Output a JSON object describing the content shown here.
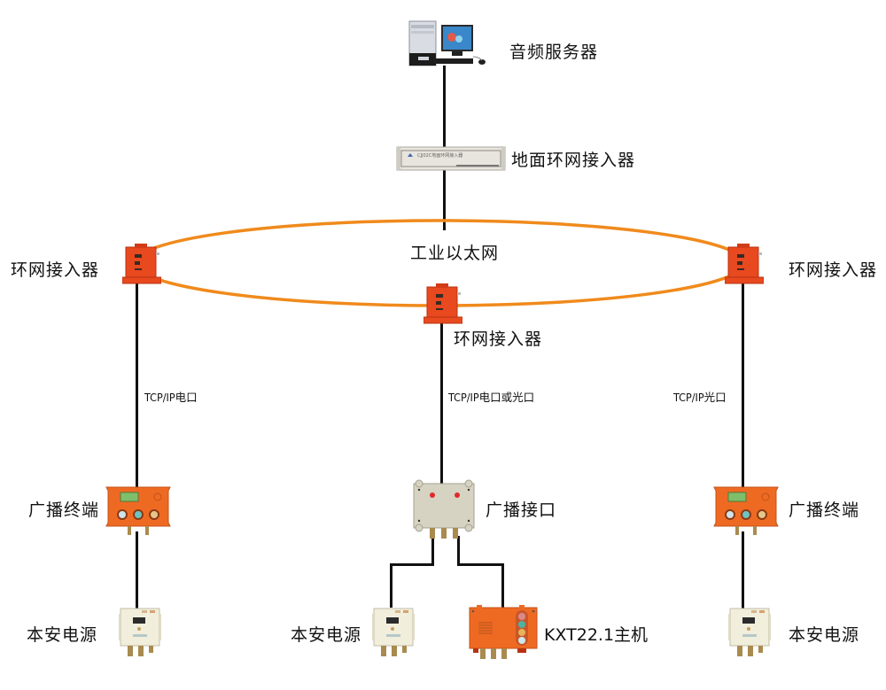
{
  "title": "矿用广播系统网络拓扑图",
  "colors": {
    "ring": "#f08a1c",
    "wire": "#111111",
    "device_orange": "#ee6a22",
    "ring_node_red": "#e8491f",
    "junction_beige": "#d6d3c2",
    "psu_cream": "#f1eedc"
  },
  "nodes": {
    "audio_server": {
      "label": "音频服务器",
      "icon": "desktop-computer-icon"
    },
    "ground_ring_access": {
      "label": "地面环网接入器",
      "icon": "rack-unit-icon",
      "panel_text": "CJJ02C地面环网接入器"
    },
    "network": {
      "label": "工业以太网"
    },
    "ring_access_left": {
      "label": "环网接入器",
      "icon": "explosion-proof-box-icon"
    },
    "ring_access_center": {
      "label": "环网接入器",
      "icon": "explosion-proof-box-icon"
    },
    "ring_access_right": {
      "label": "环网接入器",
      "icon": "explosion-proof-box-icon"
    },
    "broadcast_terminal_left": {
      "label": "广播终端",
      "icon": "broadcast-terminal-icon"
    },
    "broadcast_interface": {
      "label": "广播接口",
      "icon": "junction-box-icon"
    },
    "broadcast_terminal_right": {
      "label": "广播终端",
      "icon": "broadcast-terminal-icon"
    },
    "psu_left": {
      "label": "本安电源",
      "icon": "power-supply-icon"
    },
    "psu_center": {
      "label": "本安电源",
      "icon": "power-supply-icon"
    },
    "host_kxt": {
      "label": "KXT22.1主机",
      "icon": "host-unit-icon"
    },
    "psu_right": {
      "label": "本安电源",
      "icon": "power-supply-icon"
    }
  },
  "links": {
    "left": {
      "label": "TCP/IP电口"
    },
    "center": {
      "label": "TCP/IP电口或光口"
    },
    "right": {
      "label": "TCP/IP光口"
    }
  }
}
